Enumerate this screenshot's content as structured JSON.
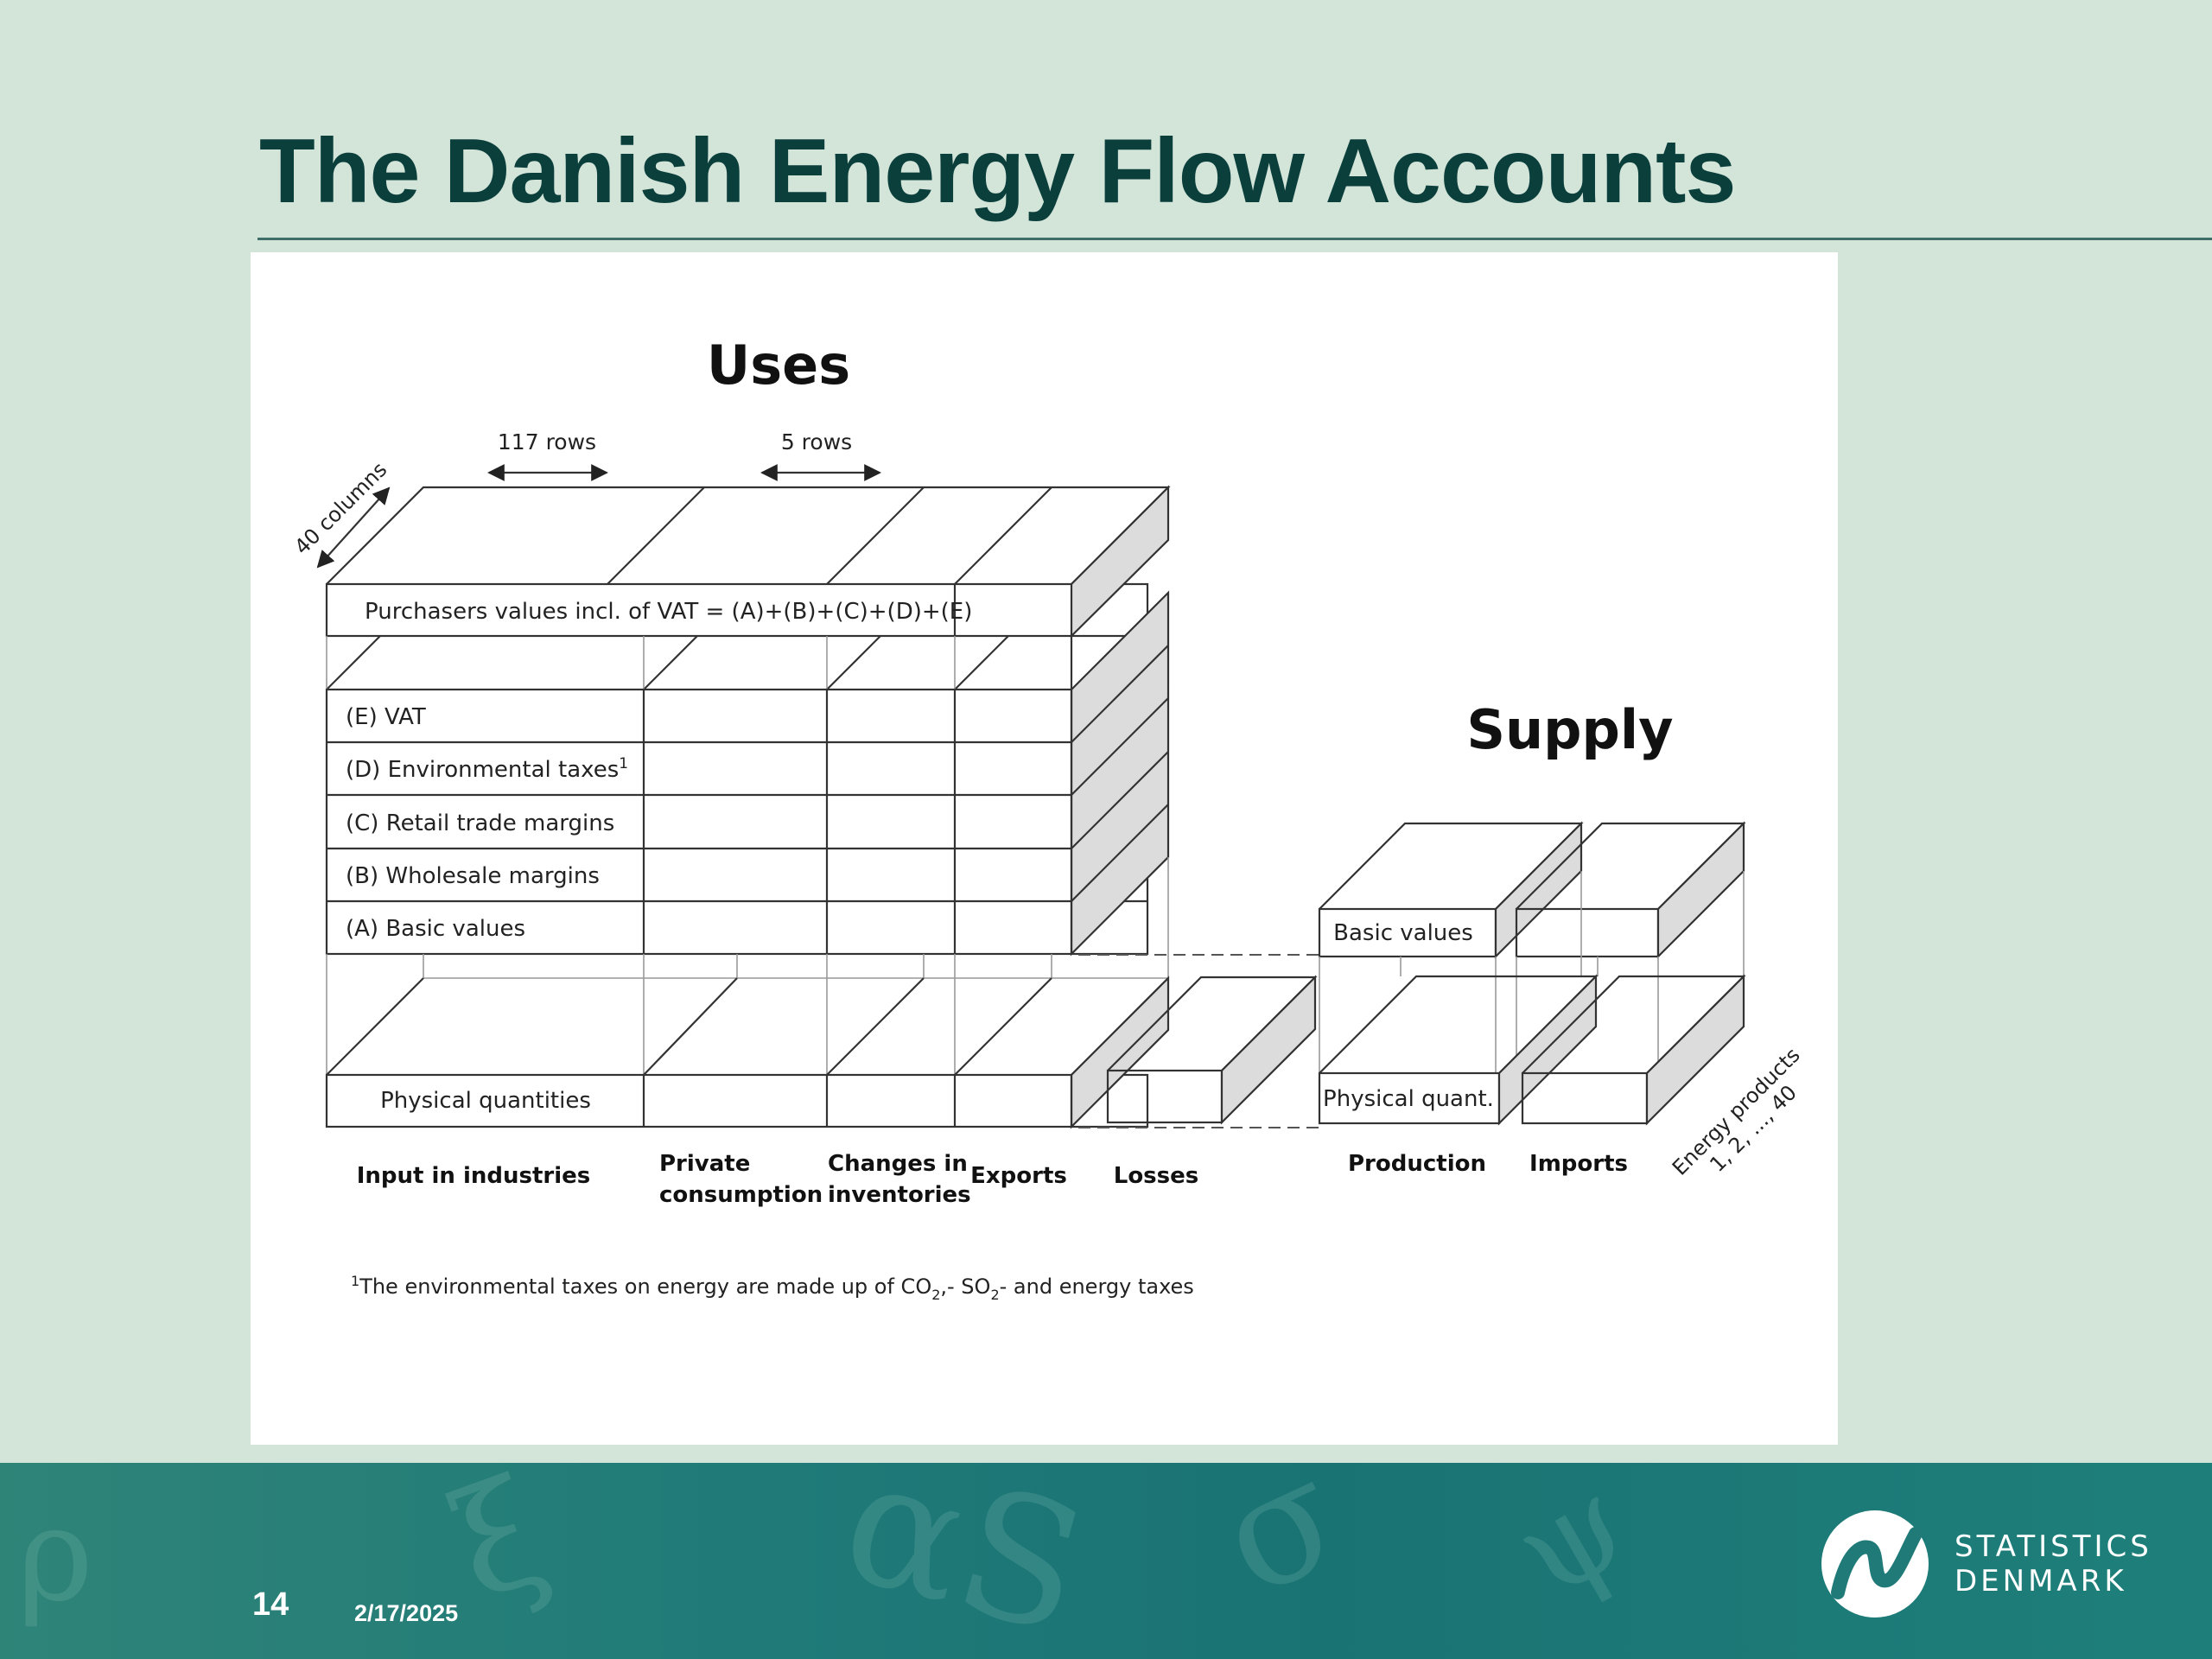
{
  "slide": {
    "title": "The Danish Energy Flow Accounts",
    "page_number": "14",
    "date": "2/17/2025"
  },
  "brand": {
    "line1": "STATISTICS",
    "line2": "DENMARK"
  },
  "diagram": {
    "uses_heading": "Uses",
    "supply_heading": "Supply",
    "dim_117_rows": "117 rows",
    "dim_5_rows": "5 rows",
    "dim_40_columns": "40 columns",
    "purchasers_row": "Purchasers values incl. of VAT = (A)+(B)+(C)+(D)+(E)",
    "row_vat": "(E) VAT",
    "row_env_taxes": "(D) Environmental taxes",
    "row_env_taxes_sup": "1",
    "row_retail": "(C) Retail trade margins",
    "row_wholesale": "(B) Wholesale margins",
    "row_basic": "(A) Basic values",
    "physical_quantities": "Physical quantities",
    "supply_basic_values": "Basic values",
    "supply_physical_quant": "Physical quant.",
    "energy_products_1": "Energy products",
    "energy_products_2": "1, 2, ..., 40",
    "col_input_industries": "Input in industries",
    "col_private_1": "Private",
    "col_private_2": "consumption",
    "col_changes_1": "Changes in",
    "col_changes_2": "inventories",
    "col_exports": "Exports",
    "col_losses": "Losses",
    "col_production": "Production",
    "col_imports": "Imports",
    "footnote_sup": "1",
    "footnote_a": "The environmental taxes on energy are made up of CO",
    "footnote_sub1": "2",
    "footnote_b": ",- SO",
    "footnote_sub2": "2",
    "footnote_c": "- and energy taxes"
  }
}
